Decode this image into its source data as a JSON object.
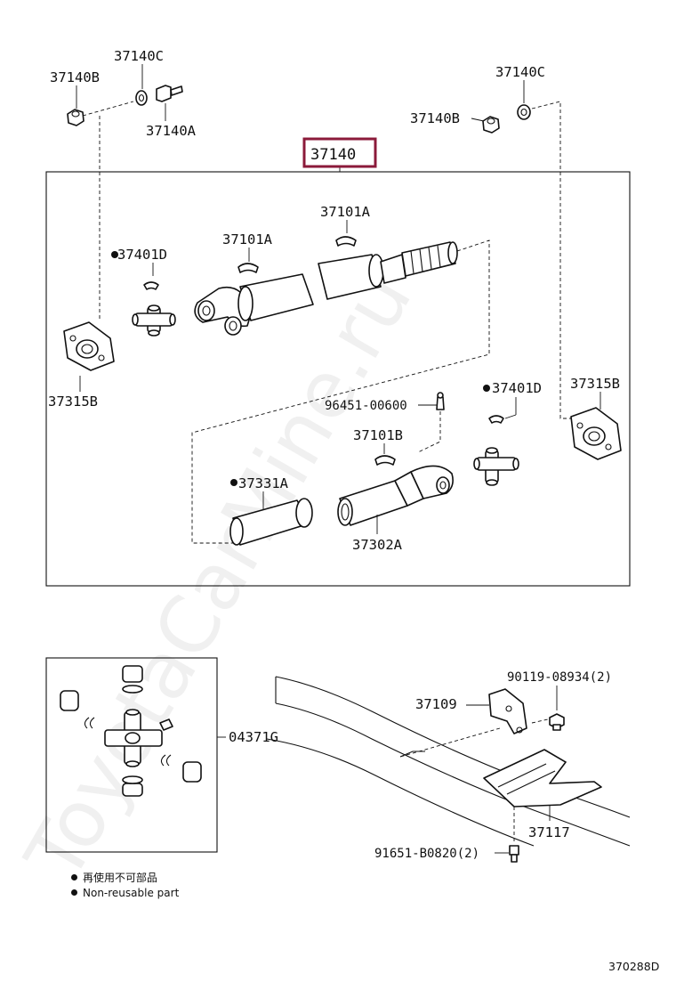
{
  "watermark": "ToyotaCarMine.ru",
  "highlight_color": "#8b1a3a",
  "assembly": {
    "number": "37140"
  },
  "labels": {
    "c37140B_left": "37140B",
    "c37140C_left": "37140C",
    "c37140A": "37140A",
    "c37140C_right": "37140C",
    "c37140B_right": "37140B",
    "c37101A_1": "37101A",
    "c37101A_2": "37101A",
    "c37401D_left": "37401D",
    "c37315B_left": "37315B",
    "c96451": "96451-00600",
    "c37401D_right": "37401D",
    "c37315B_right": "37315B",
    "c37101B": "37101B",
    "c37331A": "37331A",
    "c37302A": "37302A",
    "c04371G": "04371G",
    "c90119": "90119-08934(2)",
    "c37109": "37109",
    "c37117": "37117",
    "c91651": "91651-B0820(2)"
  },
  "legend": {
    "line1": "再使用不可部品",
    "line2": "Non-reusable part"
  },
  "diagram_code": "370288D"
}
